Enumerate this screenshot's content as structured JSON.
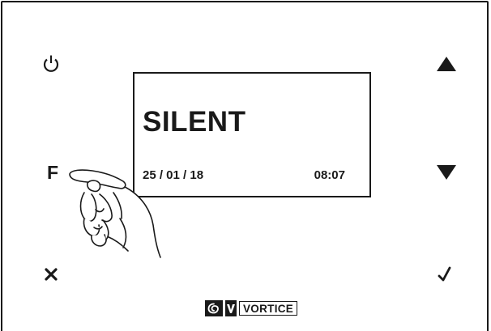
{
  "panel": {
    "buttons": {
      "power": {
        "icon": "power-icon"
      },
      "function": {
        "label": "F"
      },
      "close": {
        "icon": "close-icon"
      },
      "up": {
        "icon": "triangle-up-icon"
      },
      "down": {
        "icon": "triangle-down-icon"
      },
      "confirm": {
        "icon": "checkmark-icon"
      }
    },
    "display": {
      "mode": "SILENT",
      "date": "25 / 01 / 18",
      "time": "08:07"
    },
    "brand": {
      "logo_icon": "vortice-logo-icon",
      "name": "VORTICE"
    }
  },
  "colors": {
    "ink": "#1a1a1a",
    "background": "#ffffff"
  }
}
